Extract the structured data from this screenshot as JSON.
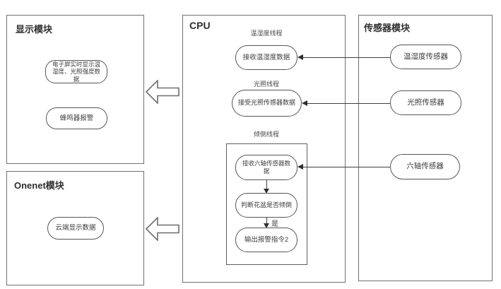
{
  "diagram": {
    "colors": {
      "panel_border": "#707070",
      "node_border": "#565656",
      "connector_line": "#3f3f3f",
      "text": "#333333",
      "background": "#ffffff"
    },
    "modules": {
      "display": {
        "title": "显示模块",
        "screen_node": "电子屏实时显示温湿度、光照强度数据",
        "buzzer_node": "蜂鸣器报警"
      },
      "onenet": {
        "title": "Onenet模块",
        "cloud_node": "云端显示数据"
      },
      "cpu": {
        "title": "CPU",
        "temp_thread_label": "温湿度线程",
        "temp_node": "接收温湿度数据",
        "light_thread_label": "光照线程",
        "light_node": "接受光照传感器数据",
        "tilt_thread_label": "倾倒线程",
        "six_axis_node": "接收六轴传感器数据",
        "judge_node": "判断花盆是否倾倒",
        "alarm_node": "输出报警指令2",
        "branch_yes_label": "是"
      },
      "sensor": {
        "title": "传感器模块",
        "temp_sensor_node": "温湿度传感器",
        "light_sensor_node": "光照传感器",
        "six_axis_sensor_node": "六轴传感器"
      }
    }
  }
}
